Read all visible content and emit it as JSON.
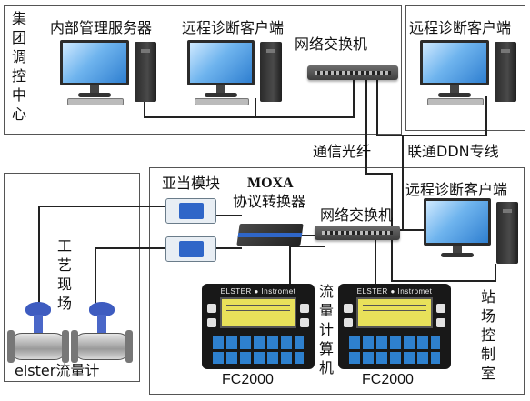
{
  "labels": {
    "group_center": "集团调控中心",
    "internal_server": "内部管理服务器",
    "remote_client_1": "远程诊断客户端",
    "remote_client_2": "远程诊断客户端",
    "remote_client_3": "远程诊断客户端",
    "network_switch_top": "网络交换机",
    "network_switch_bottom": "网络交换机",
    "fiber": "通信光纤",
    "ddn_line": "联通DDN专线",
    "yadang_module": "亚当模块",
    "moxa": "MOXA",
    "protocol_converter": "协议转换器",
    "process_site": "工艺现场",
    "flow_computer": "流量计算机",
    "station_control_room": "站场控制室",
    "fc_label_1": "FC2000",
    "fc_label_2": "FC2000",
    "elster_meter": "elster流量计",
    "fc_brand": "ELSTER ● Instromet"
  },
  "icons": {
    "computer": "desktop-computer-icon",
    "switch": "network-switch-icon",
    "module": "io-module-icon",
    "converter": "protocol-converter-icon",
    "flow_computer": "flow-computer-device-icon",
    "meter": "gas-flow-meter-icon"
  },
  "colors": {
    "screen_blue": "#2f7fd0",
    "keypad_blue": "#2f86d8",
    "display_yellow": "#e8e15a",
    "wire": "#222222"
  }
}
